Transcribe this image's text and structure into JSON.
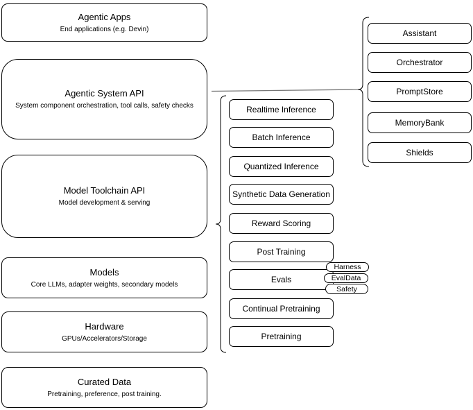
{
  "colors": {
    "background": "#ffffff",
    "node_fill": "#ffffff",
    "node_stroke": "#000000",
    "connector": "#757575"
  },
  "left_stack": [
    {
      "title": "Agentic Apps",
      "subtitle": "End applications (e.g. Devin)"
    },
    {
      "title": "Agentic System API",
      "subtitle": "System component orchestration, tool calls, safety checks"
    },
    {
      "title": "Model Toolchain API",
      "subtitle": "Model development & serving"
    },
    {
      "title": "Models",
      "subtitle": "Core LLMs, adapter weights, secondary models"
    },
    {
      "title": "Hardware",
      "subtitle": "GPUs/Accelerators/Storage"
    },
    {
      "title": "Curated Data",
      "subtitle": "Pretraining, preference, post training."
    }
  ],
  "toolchain_items": [
    "Realtime Inference",
    "Batch Inference",
    "Quantized Inference",
    "Synthetic Data Generation",
    "Reward Scoring",
    "Post Training",
    "Evals",
    "Continual Pretraining",
    "Pretraining"
  ],
  "eval_pills": [
    "Harness",
    "EvalData",
    "Safety"
  ],
  "system_items": [
    "Assistant",
    "Orchestrator",
    "PromptStore",
    "MemoryBank",
    "Shields"
  ]
}
